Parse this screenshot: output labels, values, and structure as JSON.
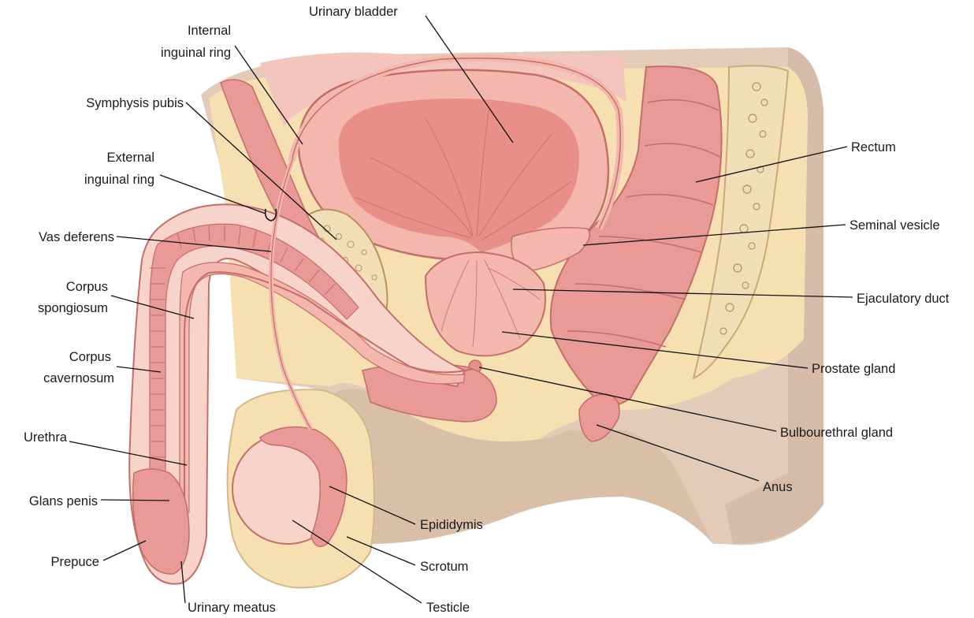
{
  "labels": {
    "urinary_bladder": "Urinary bladder",
    "internal_inguinal_ring_line1": "Internal",
    "internal_inguinal_ring_line2": "inguinal ring",
    "symphysis_pubis": "Symphysis pubis",
    "external_inguinal_ring_line1": "External",
    "external_inguinal_ring_line2": "inguinal ring",
    "vas_deferens": "Vas deferens",
    "corpus_spongiosum_line1": "Corpus",
    "corpus_spongiosum_line2": "spongiosum",
    "corpus_cavernosum_line1": "Corpus",
    "corpus_cavernosum_line2": "cavernosum",
    "urethra": "Urethra",
    "glans_penis": "Glans penis",
    "prepuce": "Prepuce",
    "urinary_meatus": "Urinary meatus",
    "rectum": "Rectum",
    "seminal_vesicle": "Seminal vesicle",
    "ejaculatory_duct": "Ejaculatory duct",
    "prostate_gland": "Prostate gland",
    "bulbourethral_gland": "Bulbourethral gland",
    "anus": "Anus",
    "epididymis": "Epididymis",
    "scrotum": "Scrotum",
    "testicle": "Testicle"
  },
  "colors": {
    "skin": "#e3cbb8",
    "skin_shadow": "#cdb19c",
    "fat": "#f6dfb0",
    "muscle": "#e99a96",
    "tissue": "#f3b7ad",
    "tissue_light": "#f8d3c9",
    "bone": "#f1ddb6",
    "bone_dots": "#b8935e",
    "outline": "#c46e6a",
    "leader": "#111111"
  }
}
